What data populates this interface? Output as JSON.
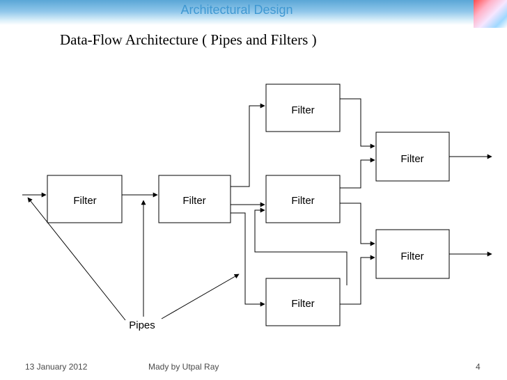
{
  "slide": {
    "header_title": "Architectural Design",
    "heading": "Data-Flow Architecture ( Pipes and Filters )"
  },
  "diagram": {
    "filter_label": "Filter",
    "pipes_label": "Pipes"
  },
  "footer": {
    "date": "13 January 2012",
    "author": "Mady by  Utpal Ray",
    "page_number": "4"
  },
  "colors": {
    "header_gradient_top": "#5aa6d6",
    "header_text": "#3f98d2"
  }
}
